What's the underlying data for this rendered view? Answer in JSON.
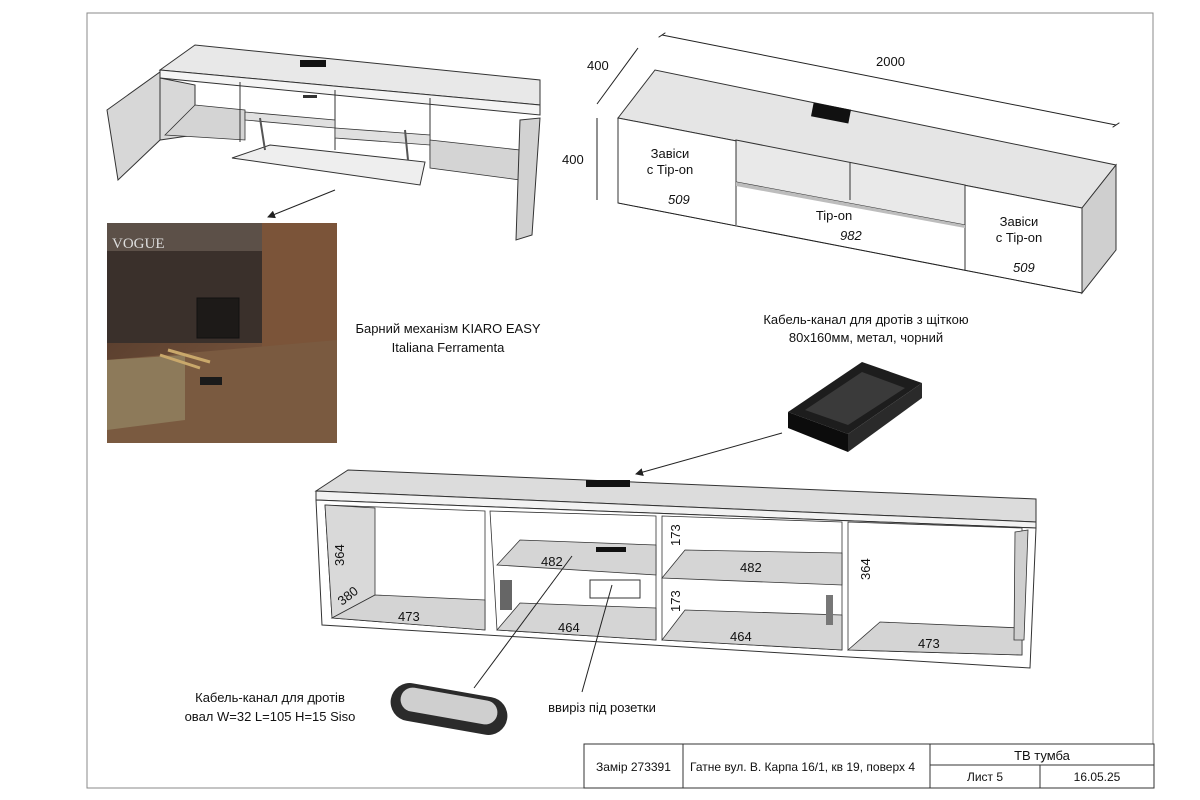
{
  "isometric": {
    "overall_width": "2000",
    "depth": "400",
    "height": "400",
    "left_section_label": [
      "Завіси",
      "с Tip-on"
    ],
    "left_section_width": "509",
    "center_section_label": "Tip-on",
    "center_section_width": "982",
    "right_section_label": [
      "Завіси",
      "с Tip-on"
    ],
    "right_section_width": "509"
  },
  "mechanism_caption": [
    "Барний механізм KIARO EASY",
    "Italiana Ferramenta"
  ],
  "photo_text": "VOGUE",
  "cable_channel_caption": [
    "Кабель-канал для дротів з щіткою",
    "80x160мм, метал, чорний"
  ],
  "open_view": {
    "left_height": "364",
    "left_depth": "380",
    "left_bottom": "473",
    "center_left_shelf": "482",
    "center_left_bottom": "464",
    "center_right_upper": "173",
    "center_right_lower": "173",
    "center_right_shelf": "482",
    "center_right_bottom": "464",
    "right_height": "364",
    "right_bottom": "473"
  },
  "oval_caption": [
    "Кабель-канал для дротів",
    "овал W=32 L=105 H=15 Siso"
  ],
  "socket_caption": "ввиріз під розетки",
  "title_block": {
    "measure": "Замір 273391",
    "address": "Гатне вул. В. Карпа 16/1, кв 19, поверх 4",
    "title": "ТВ тумба",
    "sheet": "Лист 5",
    "date": "16.05.25"
  },
  "colors": {
    "panel_top": "#e6e6e6",
    "panel_front": "#ffffff",
    "panel_dark": "#c9c9c9",
    "line": "#333333",
    "photo_wood": "#6b4a35"
  }
}
